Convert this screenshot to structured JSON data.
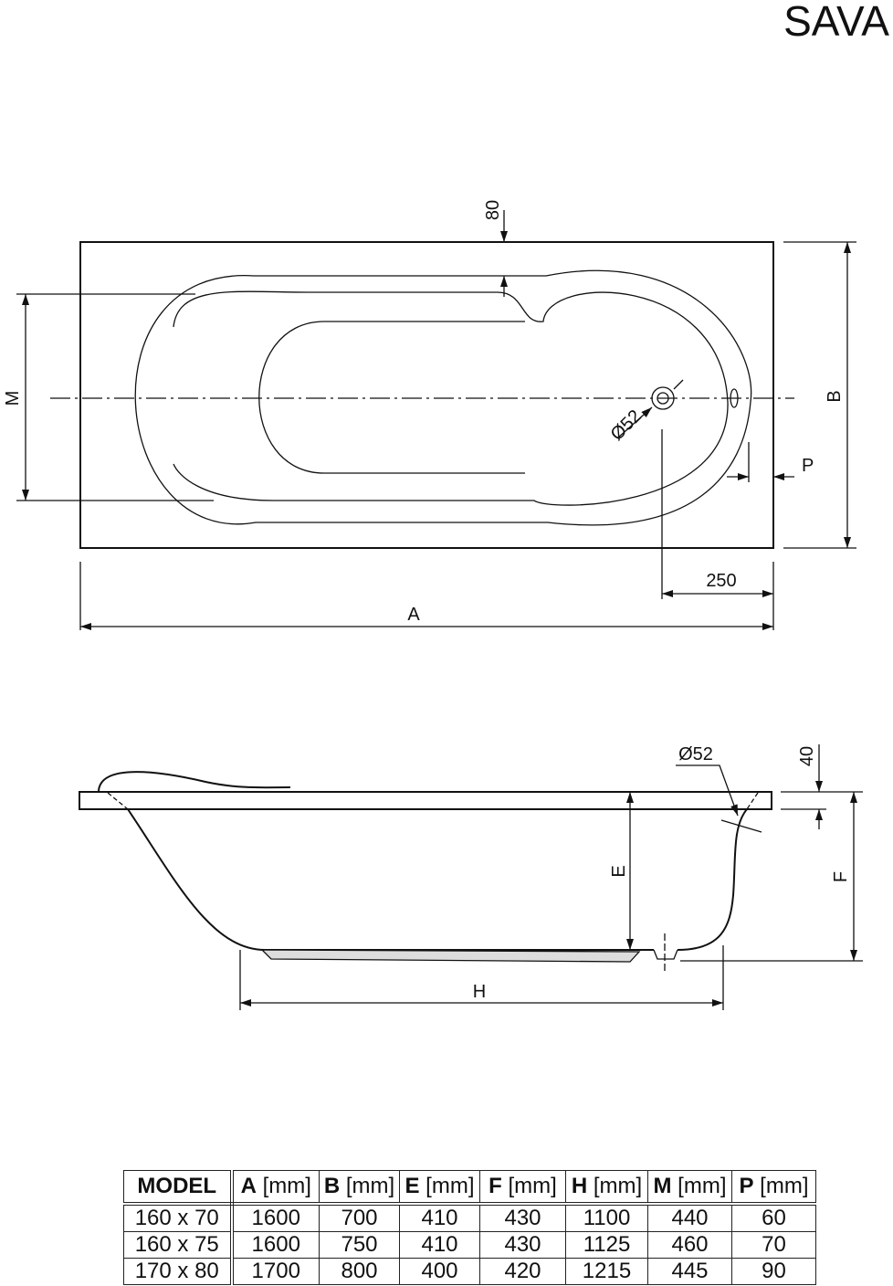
{
  "title": "SAVA",
  "labels": {
    "dim_80": "80",
    "dim_M": "M",
    "dim_B": "B",
    "dim_P": "P",
    "dim_250": "250",
    "dim_A": "A",
    "diameter_top": "Ø52",
    "diameter_side": "Ø52",
    "dim_40": "40",
    "dim_E": "E",
    "dim_F": "F",
    "dim_H": "H"
  },
  "table": {
    "headers": [
      {
        "key": "MODEL",
        "unit": ""
      },
      {
        "key": "A",
        "unit": " [mm]"
      },
      {
        "key": "B",
        "unit": " [mm]"
      },
      {
        "key": "E",
        "unit": " [mm]"
      },
      {
        "key": "F",
        "unit": " [mm]"
      },
      {
        "key": "H",
        "unit": " [mm]"
      },
      {
        "key": "M",
        "unit": " [mm]"
      },
      {
        "key": "P",
        "unit": " [mm]"
      }
    ],
    "rows": [
      [
        "160 x 70",
        "1600",
        "700",
        "410",
        "430",
        "1100",
        "440",
        "60"
      ],
      [
        "160 x 75",
        "1600",
        "750",
        "410",
        "430",
        "1125",
        "460",
        "70"
      ],
      [
        "170 x 80",
        "1700",
        "800",
        "400",
        "420",
        "1215",
        "445",
        "90"
      ]
    ]
  }
}
